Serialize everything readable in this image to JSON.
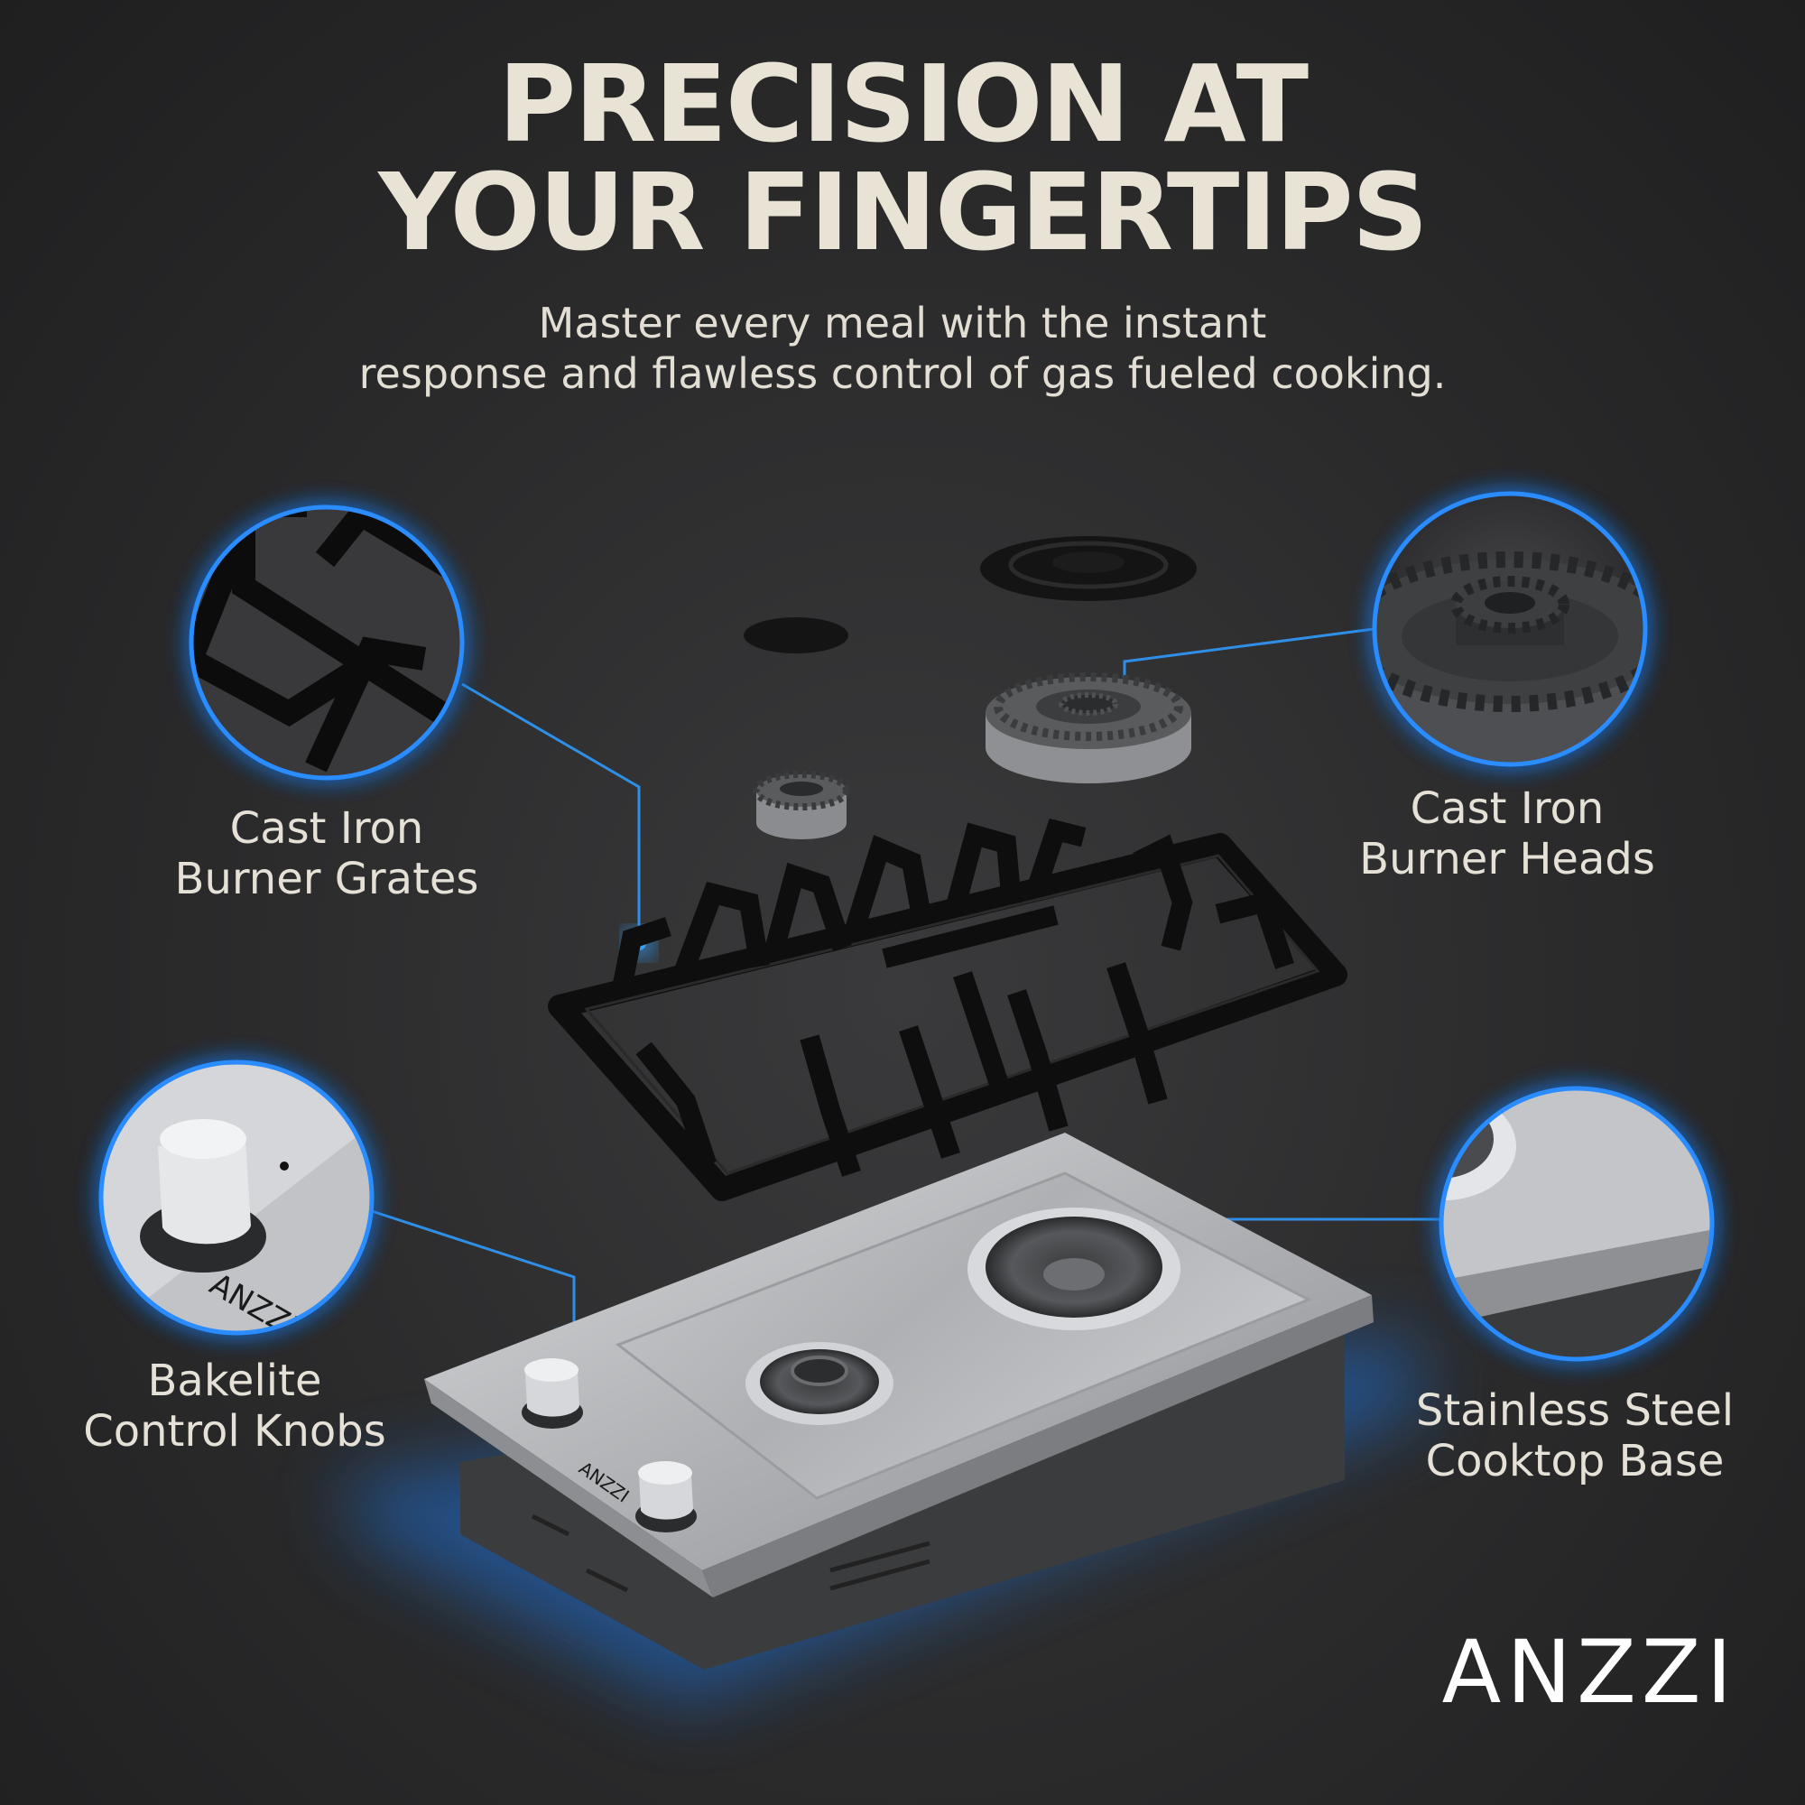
{
  "headline": {
    "line1": "PRECISION AT",
    "line2": "YOUR FINGERTIPS"
  },
  "subtitle": {
    "line1": "Master every meal with the instant",
    "line2": "response and flawless control of gas fueled cooking."
  },
  "callouts": {
    "grates": {
      "line1": "Cast Iron",
      "line2": "Burner Grates"
    },
    "heads": {
      "line1": "Cast Iron",
      "line2": "Burner Heads"
    },
    "knobs": {
      "line1": "Bakelite",
      "line2": "Control Knobs"
    },
    "base": {
      "line1": "Stainless Steel",
      "line2": "Cooktop Base"
    }
  },
  "knob_brand": "ANZZI",
  "brand": "ANZZI",
  "colors": {
    "background": "#2a2a2b",
    "accent_glow": "#1e8cff",
    "callout_line": "#2f8fe6",
    "text": "#e9e3d6"
  },
  "icons": [
    "magnifier-circle-grates",
    "magnifier-circle-heads",
    "magnifier-circle-knobs",
    "magnifier-circle-base"
  ]
}
